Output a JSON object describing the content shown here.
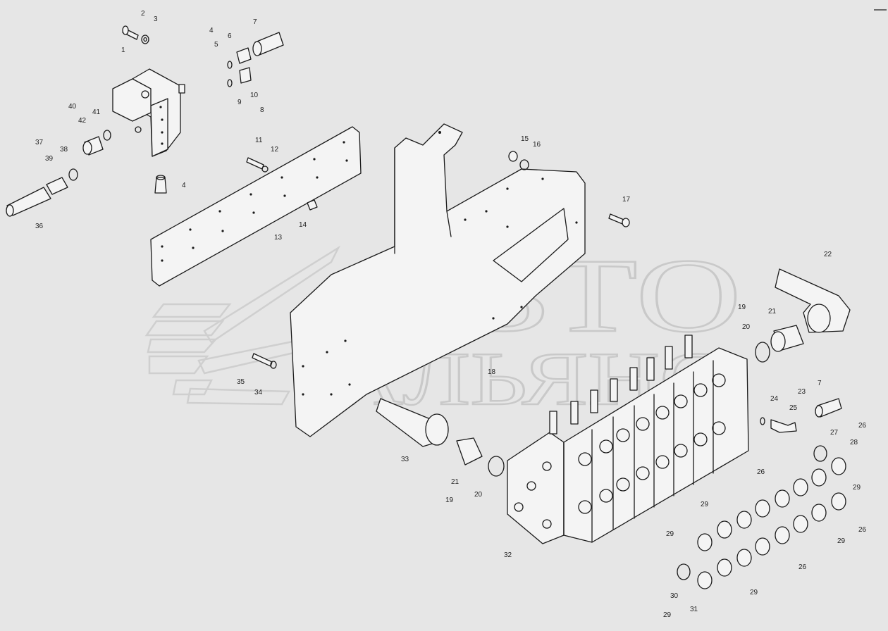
{
  "watermark": {
    "line1": "АВТО",
    "line2": "АЛЬЯНС"
  },
  "callouts": [
    {
      "id": "c-2",
      "text": "2"
    },
    {
      "id": "c-3",
      "text": "3"
    },
    {
      "id": "c-1",
      "text": "1"
    },
    {
      "id": "c-4a",
      "text": "4"
    },
    {
      "id": "c-6",
      "text": "6"
    },
    {
      "id": "c-7a",
      "text": "7"
    },
    {
      "id": "c-5",
      "text": "5"
    },
    {
      "id": "c-10",
      "text": "10"
    },
    {
      "id": "c-9",
      "text": "9"
    },
    {
      "id": "c-8",
      "text": "8"
    },
    {
      "id": "c-40",
      "text": "40"
    },
    {
      "id": "c-41",
      "text": "41"
    },
    {
      "id": "c-42",
      "text": "42"
    },
    {
      "id": "c-37",
      "text": "37"
    },
    {
      "id": "c-38",
      "text": "38"
    },
    {
      "id": "c-39",
      "text": "39"
    },
    {
      "id": "c-4b",
      "text": "4"
    },
    {
      "id": "c-36",
      "text": "36"
    },
    {
      "id": "c-11",
      "text": "11"
    },
    {
      "id": "c-12",
      "text": "12"
    },
    {
      "id": "c-14",
      "text": "14"
    },
    {
      "id": "c-13",
      "text": "13"
    },
    {
      "id": "c-15",
      "text": "15"
    },
    {
      "id": "c-16",
      "text": "16"
    },
    {
      "id": "c-17",
      "text": "17"
    },
    {
      "id": "c-22",
      "text": "22"
    },
    {
      "id": "c-19a",
      "text": "19"
    },
    {
      "id": "c-21a",
      "text": "21"
    },
    {
      "id": "c-20a",
      "text": "20"
    },
    {
      "id": "c-18",
      "text": "18"
    },
    {
      "id": "c-35",
      "text": "35"
    },
    {
      "id": "c-34",
      "text": "34"
    },
    {
      "id": "c-24",
      "text": "24"
    },
    {
      "id": "c-23",
      "text": "23"
    },
    {
      "id": "c-7b",
      "text": "7"
    },
    {
      "id": "c-25",
      "text": "25"
    },
    {
      "id": "c-27",
      "text": "27"
    },
    {
      "id": "c-26a",
      "text": "26"
    },
    {
      "id": "c-28",
      "text": "28"
    },
    {
      "id": "c-33",
      "text": "33"
    },
    {
      "id": "c-21b",
      "text": "21"
    },
    {
      "id": "c-20b",
      "text": "20"
    },
    {
      "id": "c-19b",
      "text": "19"
    },
    {
      "id": "c-26b",
      "text": "26"
    },
    {
      "id": "c-29a",
      "text": "29"
    },
    {
      "id": "c-29b",
      "text": "29"
    },
    {
      "id": "c-26c",
      "text": "26"
    },
    {
      "id": "c-29c",
      "text": "29"
    },
    {
      "id": "c-29d",
      "text": "29"
    },
    {
      "id": "c-32",
      "text": "32"
    },
    {
      "id": "c-26d",
      "text": "26"
    },
    {
      "id": "c-30",
      "text": "30"
    },
    {
      "id": "c-29e",
      "text": "29"
    },
    {
      "id": "c-31",
      "text": "31"
    },
    {
      "id": "c-29f",
      "text": "29"
    }
  ]
}
